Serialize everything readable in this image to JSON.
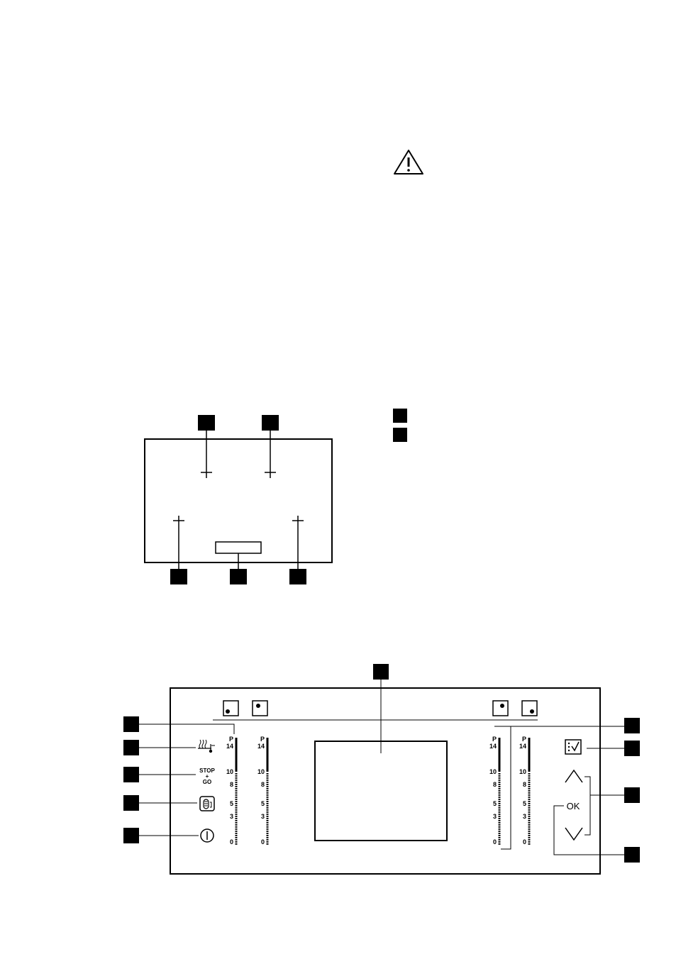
{
  "controls": {
    "ok_label": "OK",
    "stop_go_top": "STOP",
    "stop_go_plus": "+",
    "stop_go_bottom": "GO"
  },
  "power_scale": {
    "labels": [
      "P",
      "14",
      "10",
      "8",
      "5",
      "3",
      "0"
    ]
  },
  "icons": {
    "warning": "warning-triangle-icon",
    "heat": "keep-warm-icon",
    "lock": "child-lock-icon",
    "power": "on-off-icon",
    "timer": "timer-icon",
    "up": "chevron-up-icon",
    "down": "chevron-down-icon"
  },
  "colors": {
    "ink": "#000000",
    "background": "#ffffff"
  }
}
